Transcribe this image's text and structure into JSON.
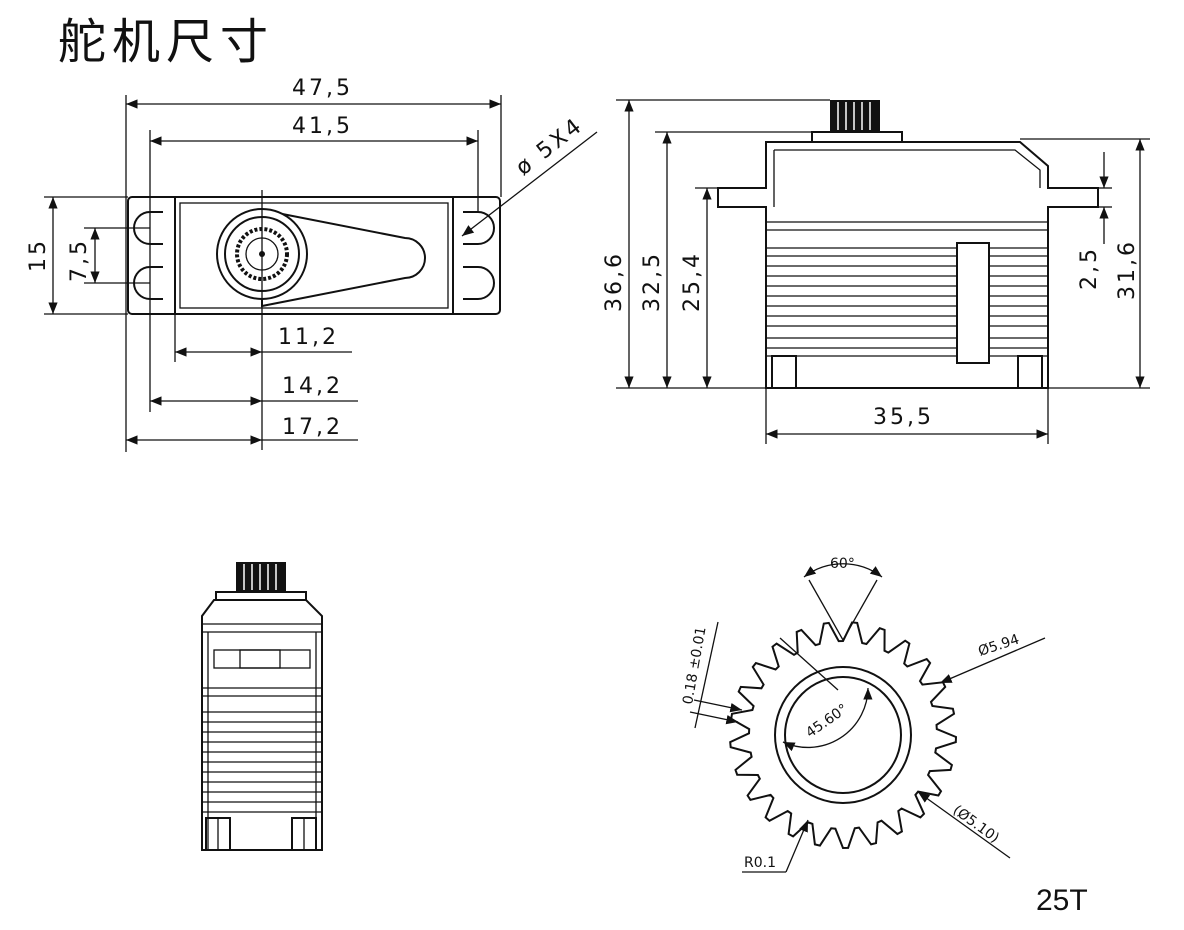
{
  "title": "舵机尺寸",
  "front_view": {
    "overall_width": "47,5",
    "hole_spacing": "41,5",
    "mount_hole": "ø 5X4",
    "height": "15",
    "hole_pitch": "7,5",
    "shaft_from_body": "11,2",
    "shaft_from_hole": "14,2",
    "shaft_from_edge": "17,2"
  },
  "side_view": {
    "total_height": "36,6",
    "body_height": "32,5",
    "flange_height": "25,4",
    "flange_thickness": "2,5",
    "case_height": "31,6",
    "body_width": "35,5"
  },
  "spline": {
    "angle": "60°",
    "outer_dia": "Ø5.94",
    "root_dia": "(Ø5.10)",
    "tooth_tol": "0.18 ±0.01",
    "pitch_angle": "45.60°",
    "radius": "R0.1",
    "teeth": "25T"
  }
}
